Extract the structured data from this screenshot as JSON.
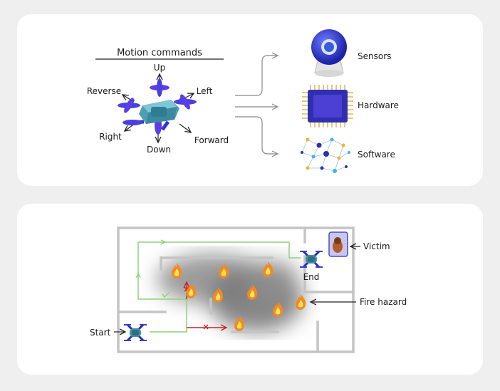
{
  "top": {
    "title": "Motion commands",
    "directions": {
      "up": "Up",
      "reverse": "Reverse",
      "left": "Left",
      "right": "Right",
      "forward": "Forward",
      "down": "Down"
    },
    "components": [
      "Sensors",
      "Hardware",
      "Software"
    ]
  },
  "bottom": {
    "labels": {
      "start": "Start",
      "end": "End",
      "victim": "Victim",
      "fire_hazard": "Fire hazard"
    }
  },
  "colors": {
    "path_ok": "#8dd17a",
    "path_blocked": "#c8202a",
    "fire": "#f08a24",
    "drone_blue": "#3b3bd6",
    "wall": "#c4c4c4"
  }
}
